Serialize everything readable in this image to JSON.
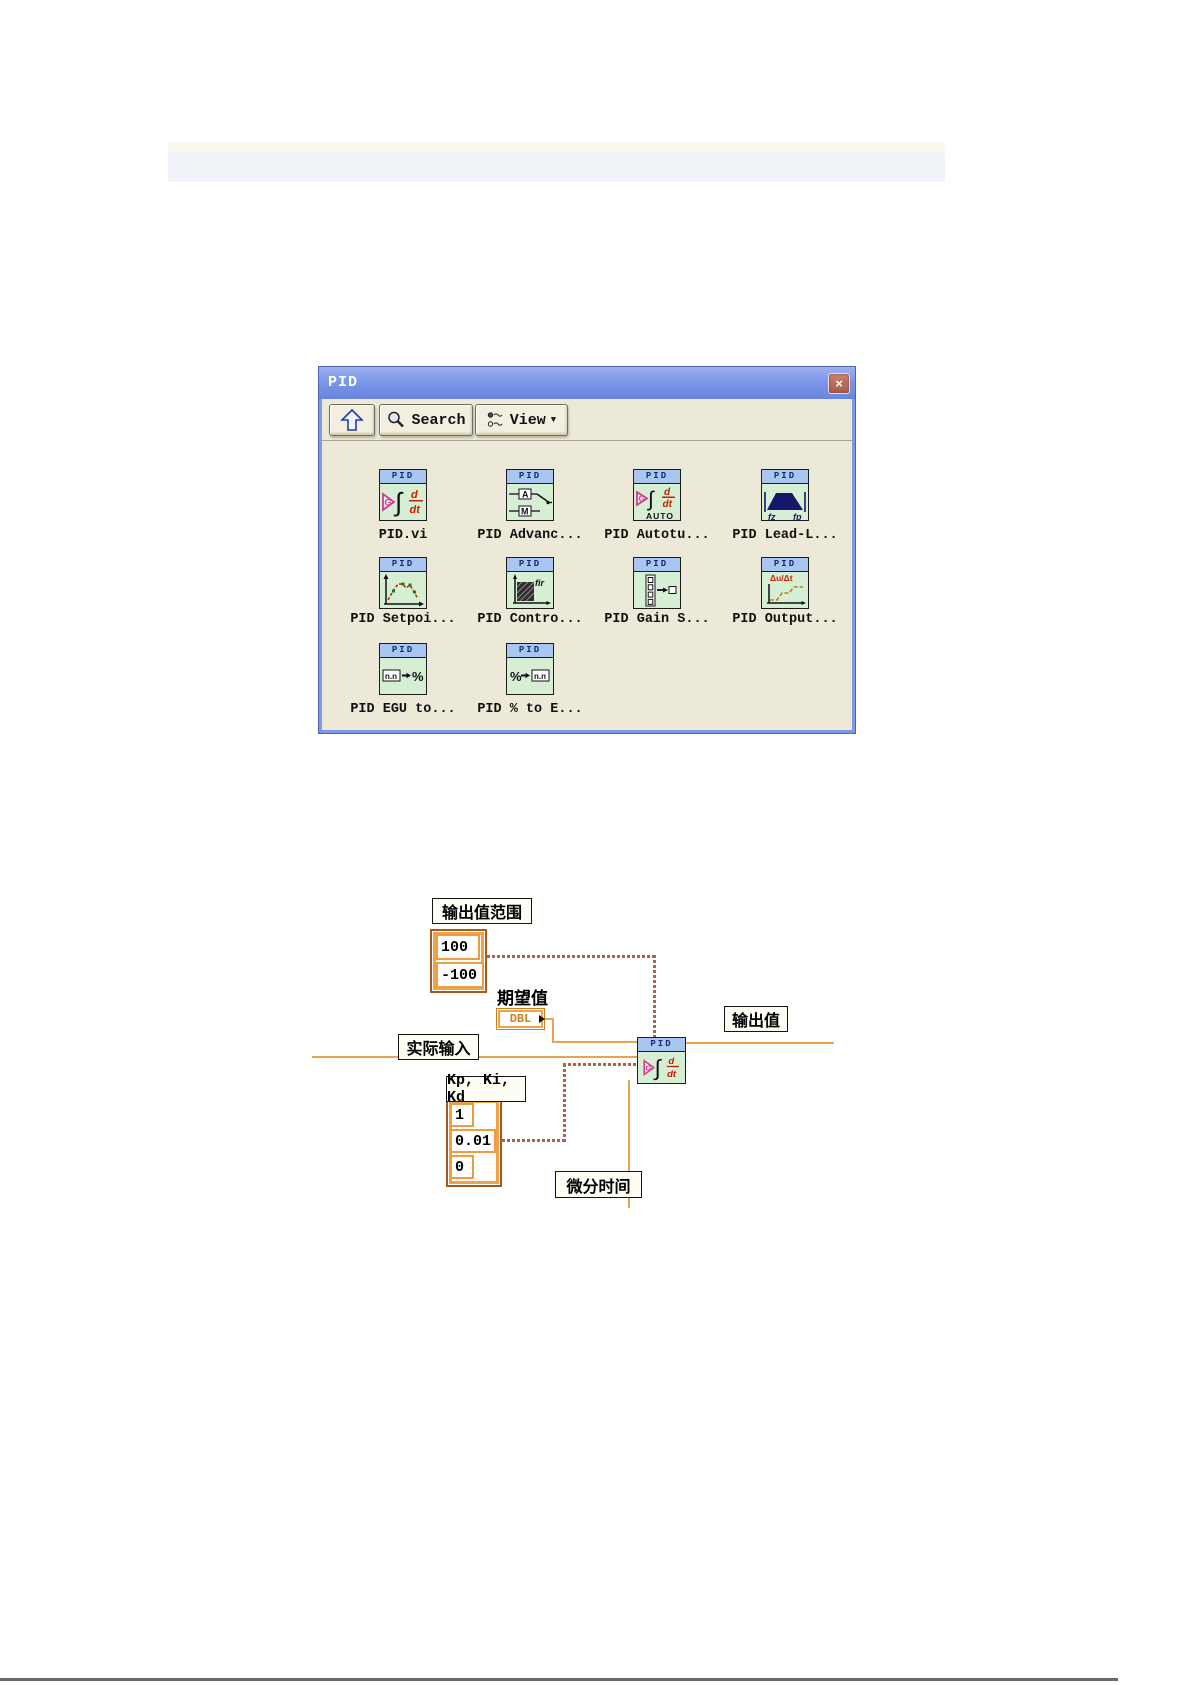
{
  "colors": {
    "titlebar_blue": "#7b97e8",
    "window_border": "#4a62b8",
    "panel_tan": "#ece9d8",
    "icon_header_blue": "#a9c6f1",
    "icon_body_green": "#d6eed4",
    "wire_orange": "#e8a44e",
    "wire_cluster_brown": "#b06050",
    "numeric_border_orange": "#ef9b40",
    "close_button_red": "#a65a4c"
  },
  "palette": {
    "title": "PID",
    "close_glyph": "×",
    "toolbar": {
      "search": "Search",
      "view": "View",
      "view_caret": "▼"
    },
    "icon_header": "PID",
    "items": [
      {
        "label": "PID.vi",
        "icon": "pid-vi"
      },
      {
        "label": "PID Advanc...",
        "icon": "pid-advanced-autotuning"
      },
      {
        "label": "PID Autotu...",
        "icon": "pid-autotuning"
      },
      {
        "label": "PID Lead-L...",
        "icon": "pid-lead-lag"
      },
      {
        "label": "PID Setpoi...",
        "icon": "pid-setpoint-profile"
      },
      {
        "label": "PID Contro...",
        "icon": "pid-control-input-filter"
      },
      {
        "label": "PID Gain S...",
        "icon": "pid-gain-schedule"
      },
      {
        "label": "PID Output...",
        "icon": "pid-output-rate-limiter"
      },
      {
        "label": "PID EGU to...",
        "icon": "pid-egu-to-percent"
      },
      {
        "label": "PID % to E...",
        "icon": "pid-percent-to-egu"
      }
    ],
    "glyphs": {
      "g": "G",
      "integral": "∫",
      "d": "d",
      "dt": "dt",
      "a": "A",
      "m": "M",
      "auto": "AUTO",
      "fz": "fz",
      "fp": "fp",
      "fir": "fir",
      "dudt": "Δu/Δt",
      "nn": "n.n",
      "pct": "%"
    }
  },
  "diagram": {
    "output_range_label": "输出值范围",
    "output_range_values": [
      "100",
      "-100"
    ],
    "setpoint_label": "期望值",
    "dbl_label": "DBL",
    "actual_input_label": "实际输入",
    "output_label": "输出值",
    "gains_label": "Kp, Ki, Kd",
    "gains_values": [
      "1",
      "0.01",
      "0"
    ],
    "derivative_time_label": "微分时间",
    "node_header": "PID"
  }
}
